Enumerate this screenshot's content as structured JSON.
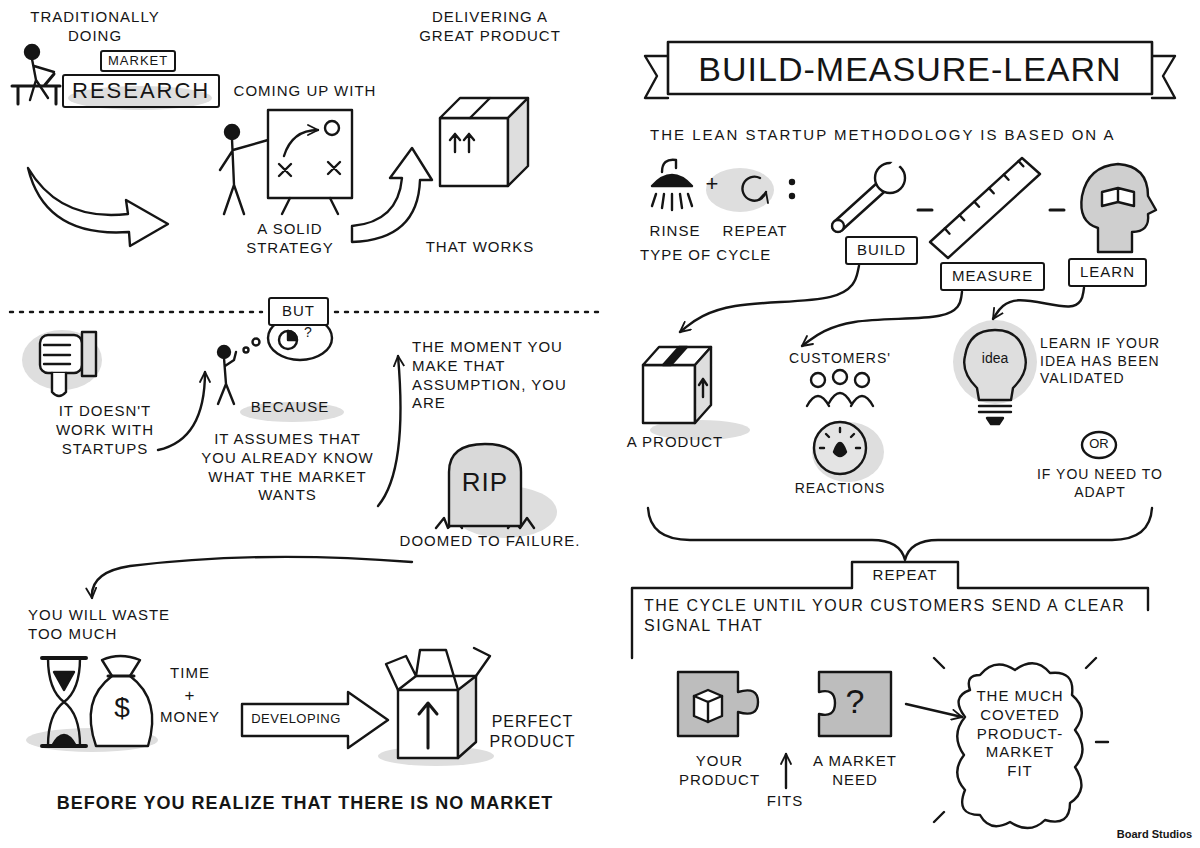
{
  "diagram": {
    "title": "BUILD-MEASURE-LEARN",
    "nodes": [
      {
        "text": [
          "MARKET"
        ]
      },
      {
        "text": [
          "RESEARCH"
        ]
      },
      {
        "text": [
          "BUT"
        ]
      },
      {
        "text": [
          "RIP"
        ]
      },
      {
        "text": [
          "DEVELOPING"
        ]
      },
      {
        "text": [
          "BUILD"
        ]
      },
      {
        "text": [
          "MEASURE"
        ]
      },
      {
        "text": [
          "LEARN"
        ]
      },
      {
        "text": [
          "A PRODUCT"
        ]
      },
      {
        "text": [
          "CUSTOMERS'",
          "REACTIONS"
        ]
      },
      {
        "text": [
          "idea"
        ]
      },
      {
        "text": [
          "OR"
        ]
      },
      {
        "text": [
          "REPEAT",
          "THE CYCLE UNTIL YOUR CUSTOMERS SEND A CLEAR SIGNAL THAT"
        ]
      },
      {
        "text": [
          "YOUR PRODUCT"
        ]
      },
      {
        "text": [
          "?",
          "A MARKET NEED"
        ]
      },
      {
        "text": [
          "THE MUCH COVETED PRODUCT-MARKET FIT"
        ]
      }
    ],
    "edges": [
      {
        "from": 5,
        "to": 8,
        "arrow": "to"
      },
      {
        "from": 6,
        "to": 9,
        "arrow": "to"
      },
      {
        "from": 7,
        "to": 10,
        "arrow": "to"
      },
      {
        "from": 14,
        "to": 15,
        "arrow": "to"
      }
    ],
    "labels": [
      "TRADITIONALLY DOING",
      "COMING UP WITH",
      "DELIVERING A GREAT PRODUCT",
      "A SOLID STRATEGY",
      "THAT WORKS",
      "IT DOESN'T WORK WITH STARTUPS",
      "?",
      "BECAUSE",
      "IT ASSUMES THAT YOU ALREADY KNOW WHAT THE MARKET WANTS",
      "THE MOMENT YOU MAKE THAT ASSUMPTION, YOU ARE",
      "DOOMED TO FAILURE.",
      "YOU WILL WASTE TOO MUCH",
      "$",
      "TIME",
      "+",
      "MONEY",
      "PERFECT PRODUCT",
      "BEFORE YOU REALIZE THAT THERE IS NO MARKET",
      "THE LEAN STARTUP METHODOLOGY IS BASED ON A",
      "+",
      "RINSE",
      "REPEAT",
      "TYPE OF CYCLE",
      "LEARN IF YOUR IDEA HAS BEEN VALIDATED",
      "IF YOU NEED TO ADAPT",
      "FITS",
      "Board Studios"
    ]
  }
}
